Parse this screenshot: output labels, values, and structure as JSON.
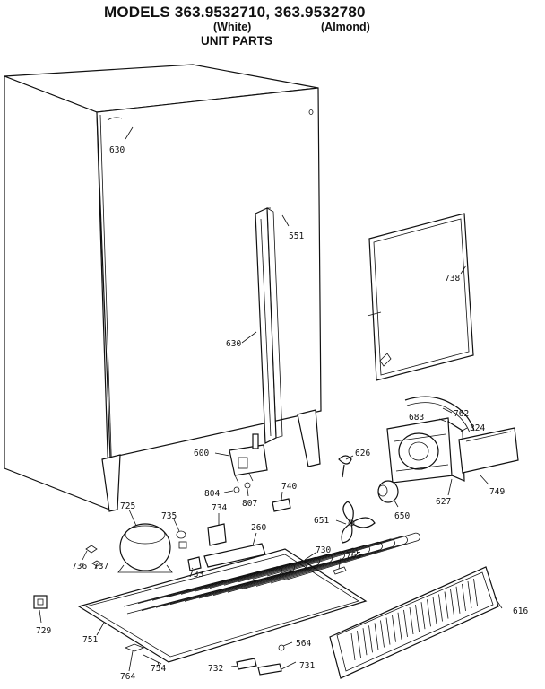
{
  "header": {
    "title": "MODELS 363.9532710, 363.9532780",
    "variant_white": "(White)",
    "variant_almond": "(Almond)",
    "subtitle": "UNIT PARTS"
  },
  "callouts": {
    "c630a": "630",
    "c551": "551",
    "c738": "738",
    "c630b": "630",
    "c762": "762",
    "c683": "683",
    "c324": "324",
    "c600": "600",
    "c626": "626",
    "c749": "749",
    "c627": "627",
    "c740": "740",
    "c804": "804",
    "c807": "807",
    "c650": "650",
    "c725": "725",
    "c735": "735",
    "c734": "734",
    "c260": "260",
    "c651": "651",
    "c736": "736",
    "c737": "737",
    "c733": "733",
    "c730": "730",
    "c765": "765",
    "c616": "616",
    "c729": "729",
    "c751": "751",
    "c564": "564",
    "c764": "764",
    "c754": "754",
    "c732": "732",
    "c731": "731"
  }
}
